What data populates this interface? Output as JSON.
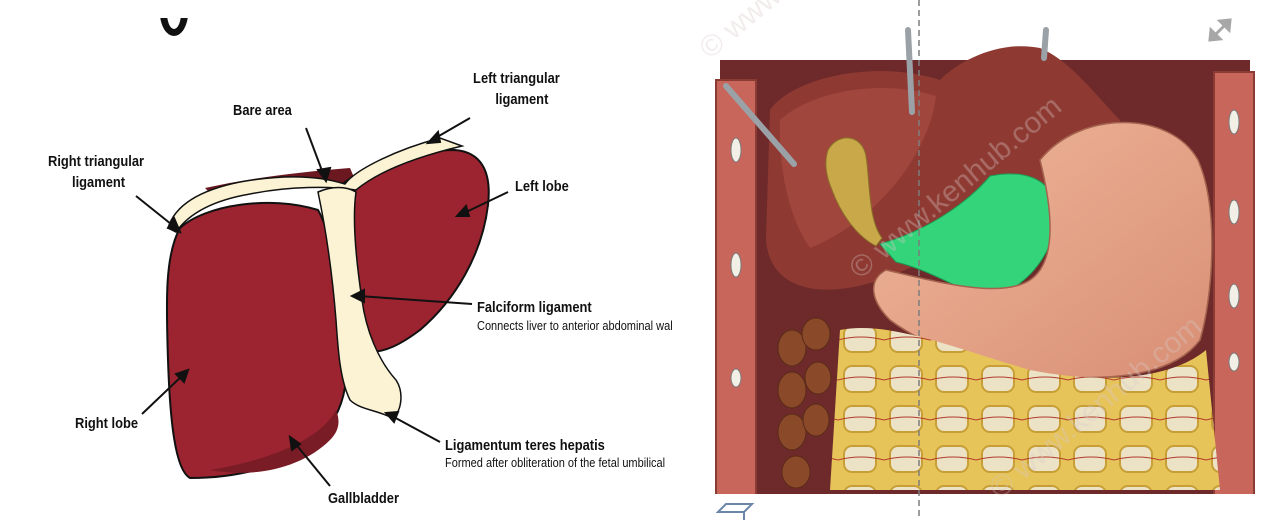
{
  "diagram": {
    "labels": {
      "left_triangular": [
        "Left triangular",
        "ligament"
      ],
      "bare_area": "Bare area",
      "right_triangular": [
        "Right triangular",
        "ligament"
      ],
      "left_lobe": "Left lobe",
      "falciform": "Falciform ligament",
      "falciform_desc": "Connects liver to anterior abdominal wal",
      "right_lobe": "Right lobe",
      "teres": "Ligamentum teres hepatis",
      "teres_desc": "Formed after obliteration of the fetal umbilical",
      "gallbladder": "Gallbladder"
    },
    "colors": {
      "liver": "#9b2430",
      "liver_dark": "#7a1c26",
      "ligament": "#fbf3d3",
      "gallbladder": "#6aa24c",
      "omentum_green": "#33d47a",
      "stomach": "#e4a68a",
      "fat": "#e6c45a"
    }
  },
  "illustration": {
    "watermark": "© www.kenhub.com",
    "expand_icon": "expand-arrows-icon"
  }
}
